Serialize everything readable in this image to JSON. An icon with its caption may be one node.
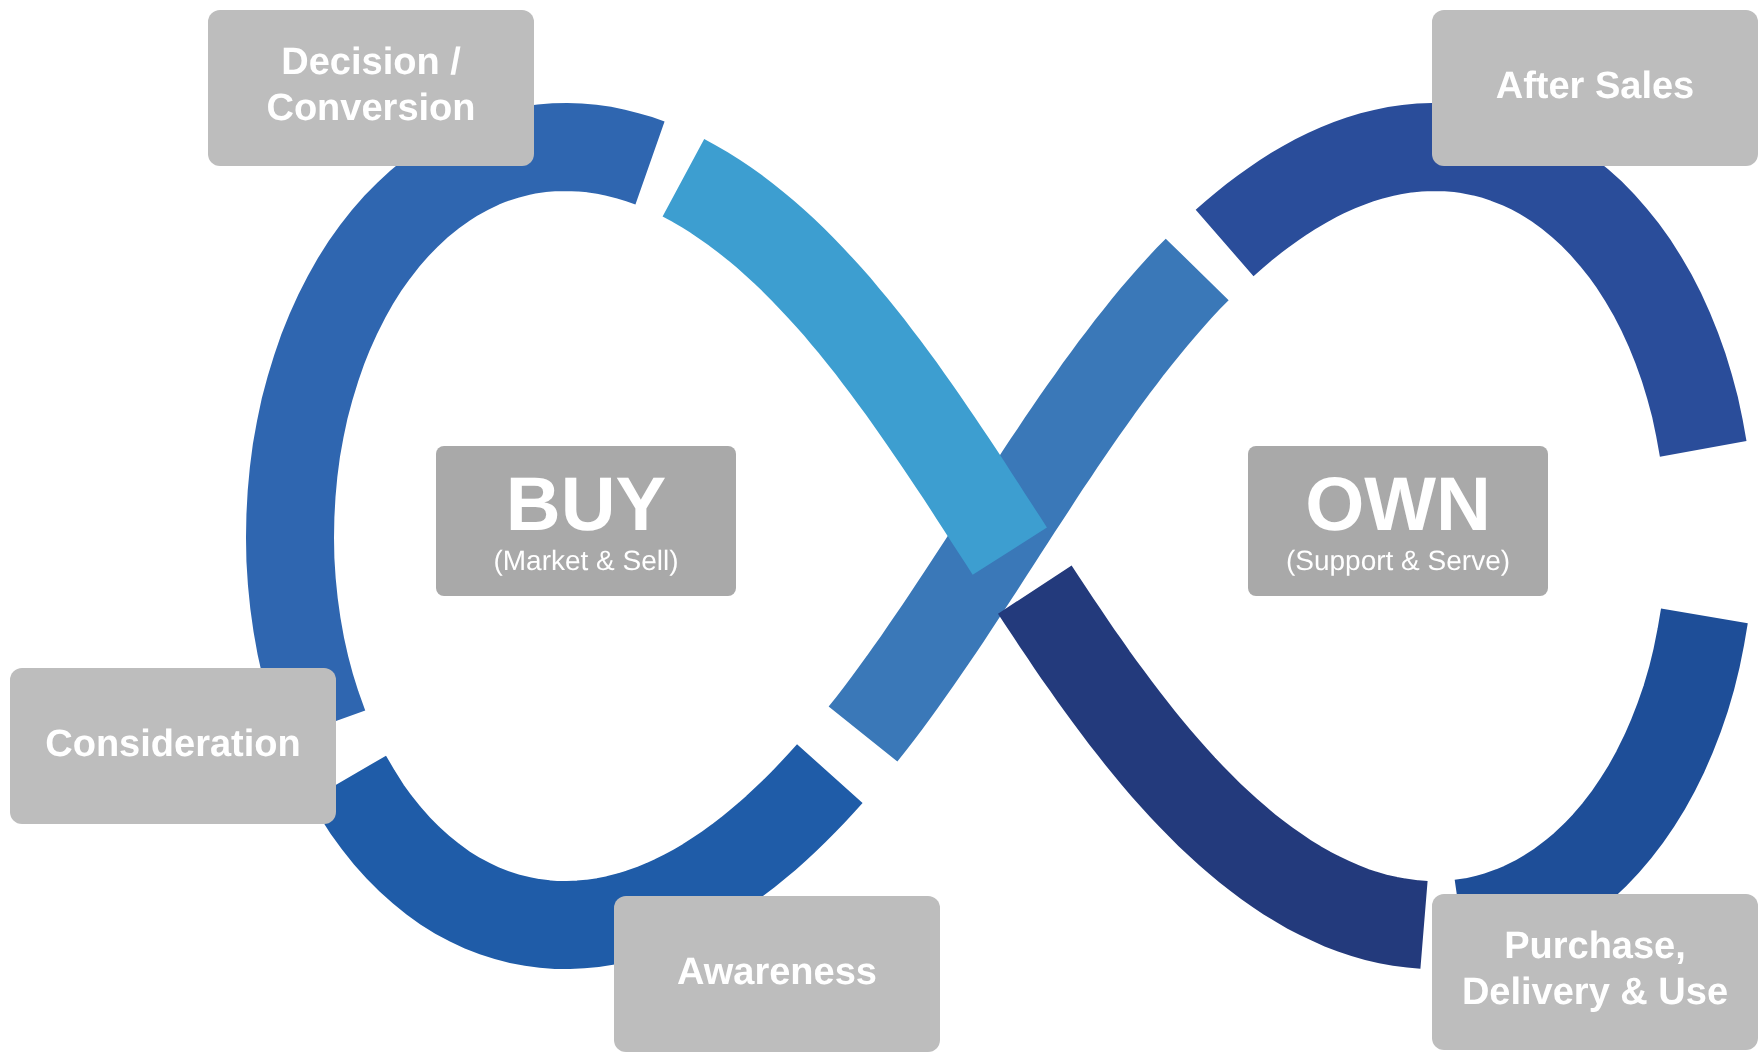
{
  "diagram": {
    "nodes": [
      {
        "text": [
          "Decision / Conversion"
        ]
      },
      {
        "text": [
          "After Sales"
        ]
      },
      {
        "text": [
          "BUY",
          "(Market & Sell)"
        ]
      },
      {
        "text": [
          "OWN",
          "(Support & Serve)"
        ]
      },
      {
        "text": [
          "Consideration"
        ]
      },
      {
        "text": [
          "Awareness"
        ]
      },
      {
        "text": [
          "Purchase, Delivery & Use"
        ]
      }
    ]
  }
}
